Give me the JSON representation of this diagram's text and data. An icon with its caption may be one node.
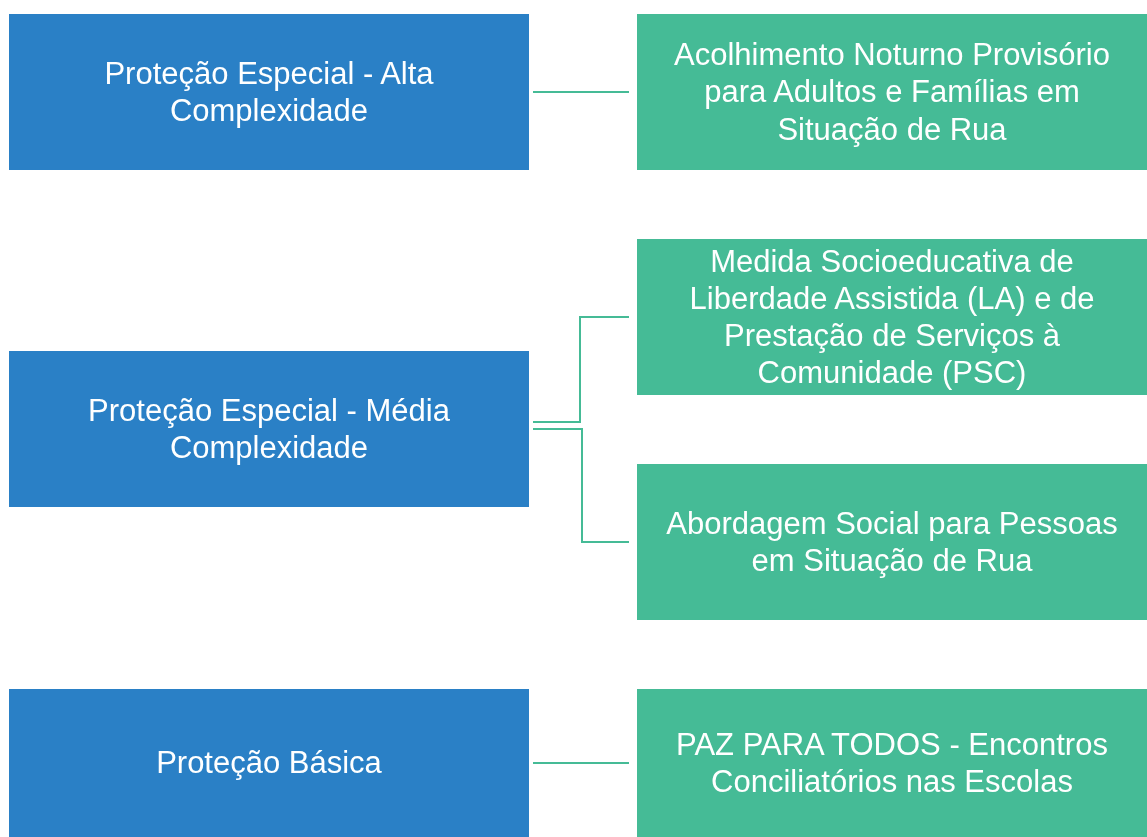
{
  "diagram": {
    "nodes": [
      {
        "text": [
          "Proteção Especial - Alta Complexidade"
        ]
      },
      {
        "text": [
          "Acolhimento Noturno Provisório para Adultos e Famílias em Situação de Rua"
        ]
      },
      {
        "text": [
          "Proteção Especial - Média Complexidade"
        ]
      },
      {
        "text": [
          "Medida Socioeducativa de Liberdade Assistida (LA) e de Prestação de Serviços à Comunidade (PSC)"
        ]
      },
      {
        "text": [
          "Abordagem Social para Pessoas em Situação de Rua"
        ]
      },
      {
        "text": [
          "Proteção Básica"
        ]
      },
      {
        "text": [
          "PAZ PARA TODOS - Encontros Conciliatórios nas Escolas"
        ]
      }
    ],
    "edges": [
      {
        "from": 0,
        "to": 1,
        "arrow": "none"
      },
      {
        "from": 2,
        "to": 3,
        "arrow": "none"
      },
      {
        "from": 2,
        "to": 4,
        "arrow": "none"
      },
      {
        "from": 5,
        "to": 6,
        "arrow": "none"
      }
    ]
  }
}
